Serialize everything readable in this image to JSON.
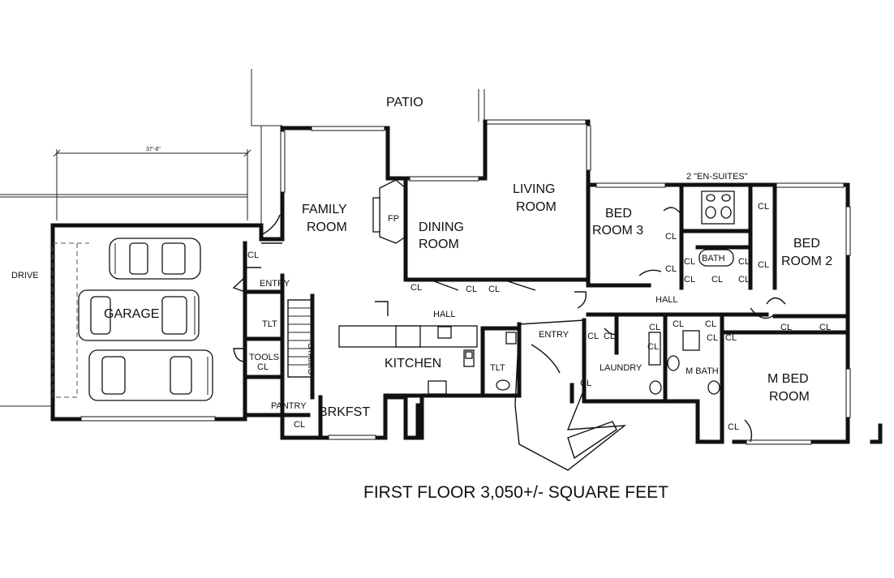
{
  "plan": {
    "caption": "FIRST FLOOR 3,050+/- SQUARE FEET",
    "dimension": "37'-8\"",
    "rooms": {
      "patio": "PATIO",
      "family_1": "FAMILY",
      "family_2": "ROOM",
      "living_1": "LIVING",
      "living_2": "ROOM",
      "dining_1": "DINING",
      "dining_2": "ROOM",
      "bed3_1": "BED",
      "bed3_2": "ROOM 3",
      "bed2_1": "BED",
      "bed2_2": "ROOM 2",
      "en_suites": "2 \"EN-SUITES\"",
      "garage": "GARAGE",
      "drive": "DRIVE",
      "kitchen": "KITCHEN",
      "brkfst": "BRKFST",
      "pantry": "PANTRY",
      "tools": "TOOLS",
      "stairs": "STAIRS",
      "laundry": "LAUNDRY",
      "m_bath": "M BATH",
      "m_bed_1": "M BED",
      "m_bed_2": "ROOM",
      "entry_side": "ENTRY",
      "entry_front": "ENTRY",
      "hall_kitchen": "HALL",
      "hall_bedrooms": "HALL",
      "tlt_1": "TLT",
      "tlt_2": "TLT",
      "fp": "FP",
      "bath": "BATH",
      "cl": "CL"
    }
  }
}
